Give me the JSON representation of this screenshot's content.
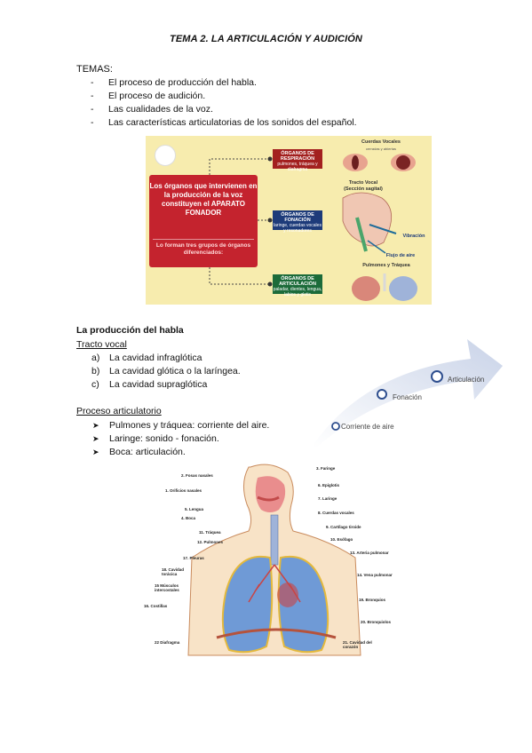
{
  "document": {
    "title": "TEMA 2. LA ARTICULACIÓN Y AUDICIÓN",
    "temas_label": "TEMAS:",
    "topics": [
      "El proceso de producción del habla.",
      "El proceso de audición.",
      "Las cualidades de la voz.",
      "Las características articulatorias de los sonidos del español."
    ]
  },
  "infographic": {
    "main_text": "Los órganos que intervienen en la producción de la voz constituyen el APARATO FONADOR",
    "sub_text": "Lo forman tres grupos de órganos diferenciados:",
    "organ_groups": [
      {
        "title": "ÓRGANOS DE RESPIRACIÓN",
        "desc": "pulmones, tráquea y diafragma"
      },
      {
        "title": "ÓRGANOS DE FONACIÓN",
        "desc": "laringe, cuerdas vocales y resonadores"
      },
      {
        "title": "ÓRGANOS DE ARTICULACIÓN",
        "desc": "paladar, dientes, lengua, labios y glotis"
      }
    ],
    "right_labels": {
      "cuerdas": "Cuerdas Vocales",
      "cuerdas_sub": "cerradas y abiertas",
      "tracto": "Tracto Vocal",
      "tracto_sub": "(Sección sagital)",
      "vibracion": "Vibración",
      "flujo": "Flujo de aire",
      "pulmones": "Pulmones y Tráquea"
    }
  },
  "section": {
    "title": "La producción del habla",
    "tracto_heading": "Tracto vocal",
    "tracto_items": [
      {
        "marker": "a)",
        "text": "La cavidad infraglótica"
      },
      {
        "marker": "b)",
        "text": "La cavidad glótica o la laríngea."
      },
      {
        "marker": "c)",
        "text": "La cavidad supraglótica"
      }
    ],
    "proceso_heading": "Proceso articulatorio",
    "proceso_items": [
      "Pulmones y tráquea: corriente del aire.",
      "Laringe: sonido - fonación.",
      "Boca: articulación."
    ]
  },
  "arrow_diagram": {
    "steps": [
      "Corriente de aire",
      "Fonación",
      "Articulación"
    ],
    "color": "#2f4f8f"
  },
  "anatomy": {
    "labels_left": [
      "2. Fosas nasales",
      "1. Orificios nasales",
      "5. Lengua",
      "4. Boca",
      "11. Tráquea",
      "12. Pulmones",
      "17. Pleuras",
      "18. Cavidad torácica",
      "15 Músculos intercostales",
      "16. Costillas",
      "22 Diafragma"
    ],
    "labels_right": [
      "3. Faringe",
      "6. Epiglotis",
      "7. Laringe",
      "8. Cuerdas vocales",
      "9. Cartílago tiroide",
      "10. Esófago",
      "13. Arteria pulmonar",
      "14. Vena pulmonar",
      "19. Bronquios",
      "20. Bronquiolos",
      "21. Cavidad del corazón"
    ]
  }
}
